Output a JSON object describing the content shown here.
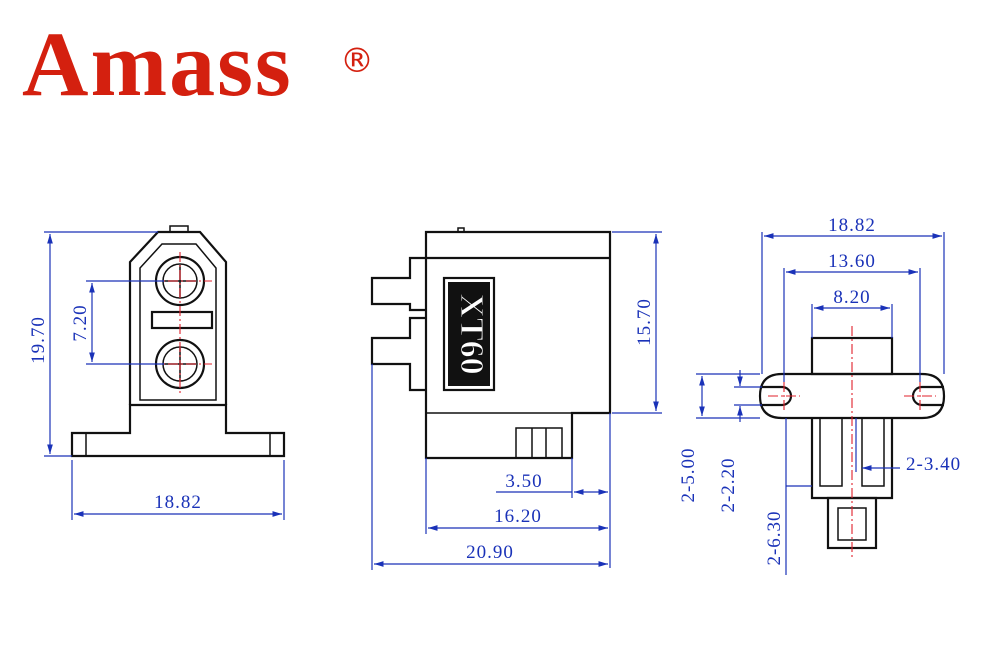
{
  "brand": {
    "name": "Amass",
    "registered": "®",
    "color": "#d4200f"
  },
  "colors": {
    "dimension": "#1a32b8",
    "outline": "#111111",
    "centerline": "#e0202b"
  },
  "front_view": {
    "height": "19.70",
    "pin_pitch": "7.20",
    "base_width": "18.82"
  },
  "side_view": {
    "height": "15.70",
    "foot_offset": "3.50",
    "body_depth": "16.20",
    "total_depth": "20.90",
    "body_marking": "XT60"
  },
  "bottom_view": {
    "flange_width": "18.82",
    "hole_span": "13.60",
    "body_width": "8.20",
    "slot_width": "2-3.40",
    "hole_dia": "2-5.00",
    "slot_offset": "2-2.20",
    "pin_length": "2-6.30"
  }
}
